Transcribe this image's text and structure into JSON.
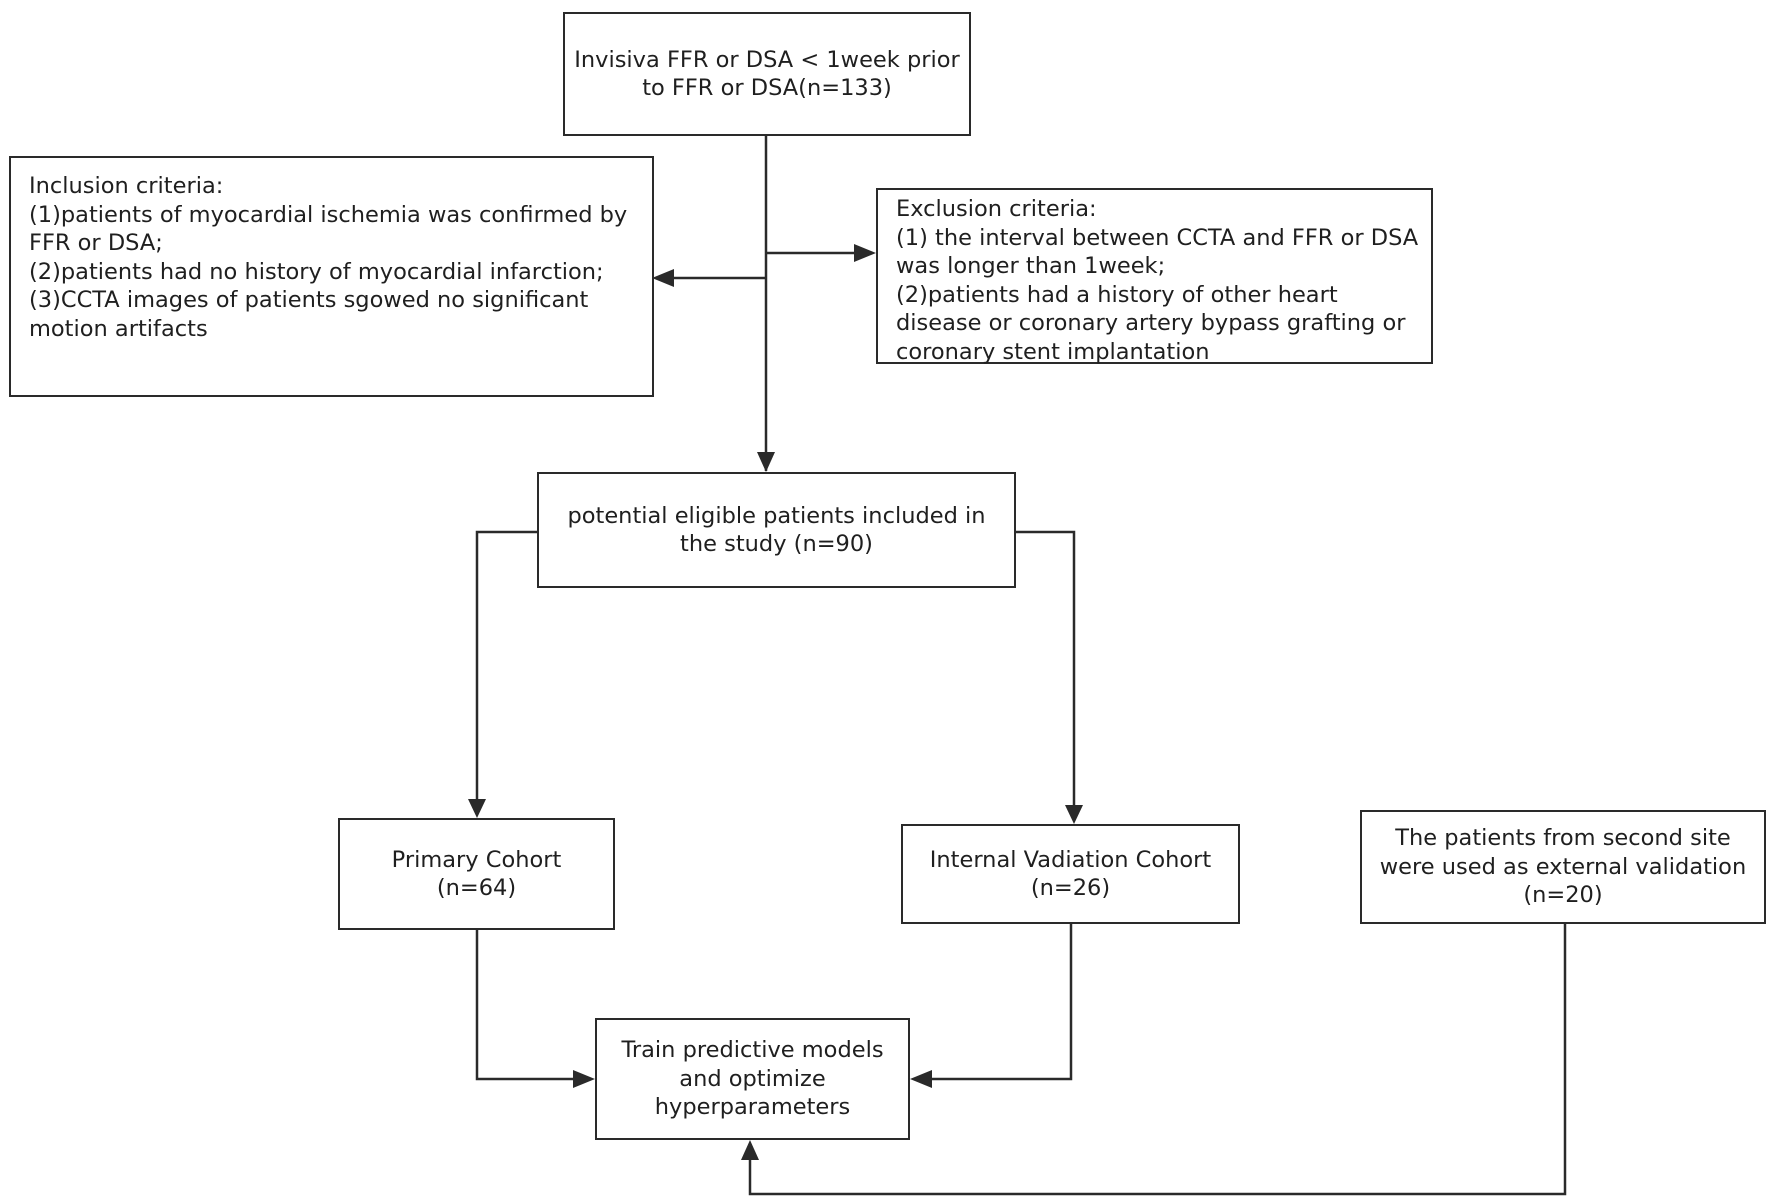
{
  "nodes": {
    "screening": {
      "lines": [
        "Invisiva FFR or DSA < 1week prior",
        "to FFR or DSA(n=133)"
      ]
    },
    "inclusion": {
      "lines": [
        "Inclusion criteria:",
        "(1)patients of myocardial ischemia was confirmed by",
        "FFR or DSA;",
        "(2)patients had no history of myocardial infarction;",
        "(3)CCTA images of patients sgowed no significant",
        "motion artifacts"
      ]
    },
    "exclusion": {
      "lines": [
        "Exclusion criteria:",
        "(1) the interval between CCTA and FFR or DSA",
        "was longer than 1week;",
        "(2)patients had a history of other heart",
        "disease or coronary artery bypass grafting or",
        "coronary stent implantation"
      ]
    },
    "eligible": {
      "lines": [
        "potential eligible patients included in",
        "the study (n=90)"
      ]
    },
    "primary": {
      "lines": [
        "Primary Cohort",
        "(n=64)"
      ]
    },
    "internal": {
      "lines": [
        "Internal Vadiation Cohort",
        "(n=26)"
      ]
    },
    "external": {
      "lines": [
        "The patients from second site",
        "were used as external validation",
        "(n=20)"
      ]
    },
    "train": {
      "lines": [
        "Train predictive models",
        "and optimize",
        "hyperparameters"
      ]
    }
  },
  "edges": [
    {
      "from": "screening",
      "to": "inclusion"
    },
    {
      "from": "screening",
      "to": "exclusion"
    },
    {
      "from": "screening",
      "to": "eligible"
    },
    {
      "from": "eligible",
      "to": "primary"
    },
    {
      "from": "eligible",
      "to": "internal"
    },
    {
      "from": "primary",
      "to": "train"
    },
    {
      "from": "internal",
      "to": "train"
    },
    {
      "from": "external",
      "to": "train"
    }
  ],
  "colors": {
    "stroke": "#2a2a2a",
    "text": "#1f1f1f"
  }
}
